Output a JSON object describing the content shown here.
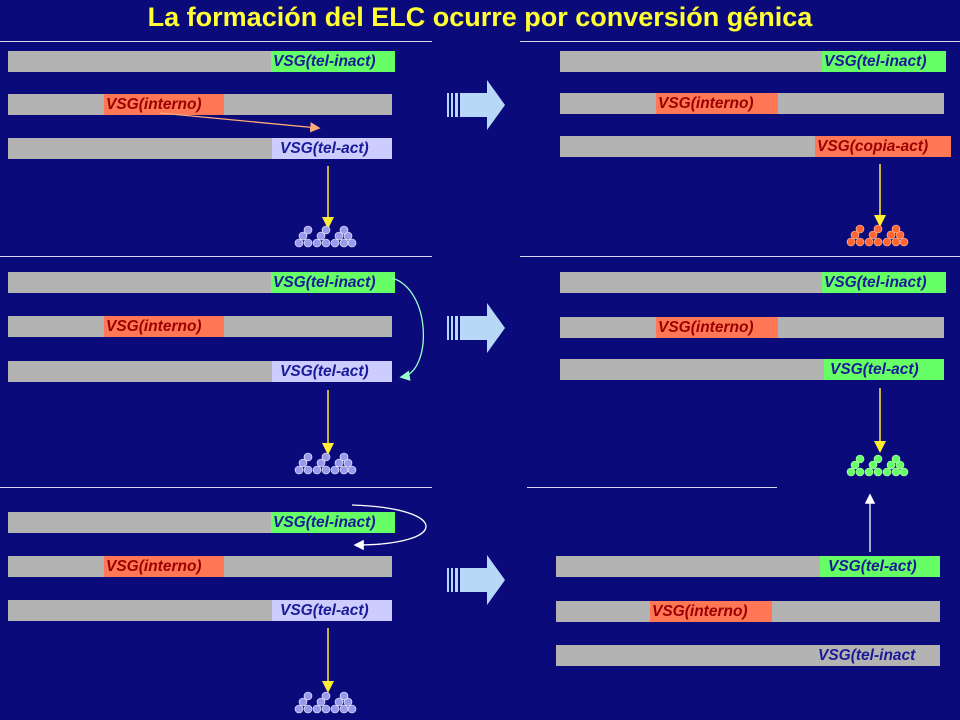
{
  "title": "La formación del ELC ocurre por conversión génica",
  "labels": {
    "tel_inact": "VSG(tel-inact)",
    "tel_inact_short": "VSG(tel-inact",
    "interno": "VSG(interno)",
    "tel_act": "VSG(tel-act)",
    "copia_act": "VSG(copia-act)"
  },
  "colors": {
    "background": "#0a0a7a",
    "title": "#ffff33",
    "bar": "#b3b3b3",
    "telomeric": "#66ff66",
    "internal": "#ff7755",
    "active": "#ccccff",
    "arrow_yellow": "#ffee33",
    "coat_blue": "#9999ee",
    "coat_orange": "#ff6633",
    "coat_green": "#66ff66"
  }
}
